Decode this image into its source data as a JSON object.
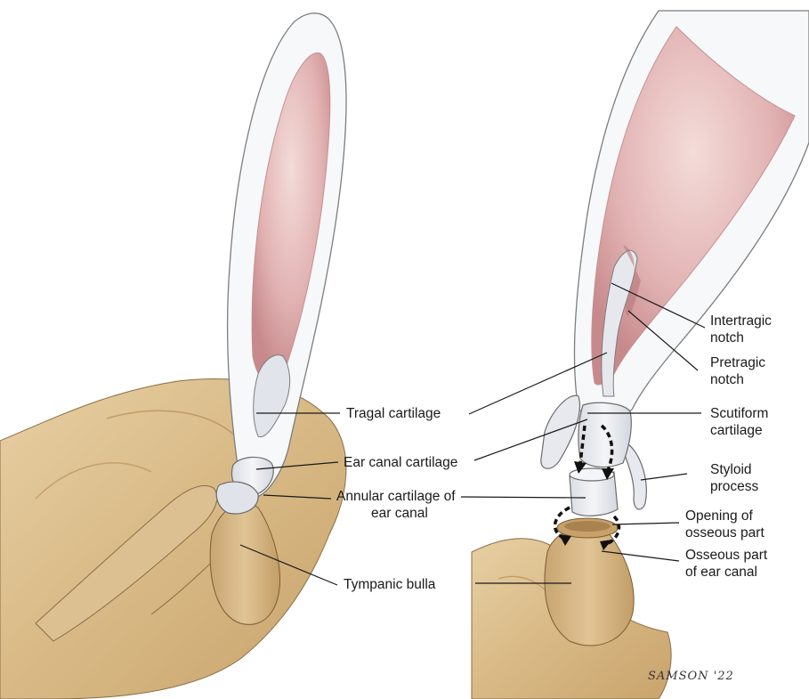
{
  "labels": {
    "tragal_cartilage": "Tragal cartilage",
    "ear_canal_cartilage": "Ear canal cartilage",
    "annular_cartilage_line1": "Annular cartilage of",
    "annular_cartilage_line2": "ear canal",
    "tympanic_bulla": "Tympanic bulla",
    "intertragic_line1": "Intertragic",
    "intertragic_line2": "notch",
    "pretragic_line1": "Pretragic",
    "pretragic_line2": "notch",
    "scutiform_line1": "Scutiform",
    "scutiform_line2": "cartilage",
    "styloid_line1": "Styloid",
    "styloid_line2": "process",
    "opening_line1": "Opening of",
    "opening_line2": "osseous part",
    "osseous_line1": "Osseous part",
    "osseous_line2": "of ear canal"
  },
  "signature": "SAMSON '22",
  "colors": {
    "skin": "#d9bb8a",
    "skin_dark": "#b8965f",
    "cartilage": "#eaedf2",
    "inner_ear": "#e6bfc0",
    "inner_ear_dark": "#c98d8f",
    "outline": "#6b6b6b"
  }
}
